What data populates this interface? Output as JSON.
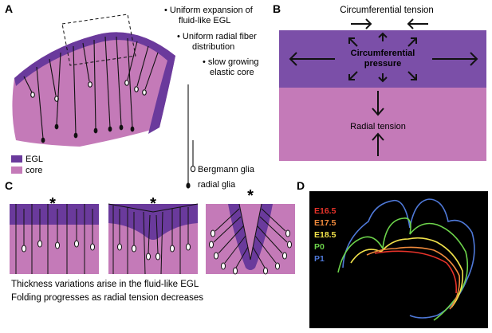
{
  "panels": {
    "a": {
      "letter": "A",
      "bullets": [
        [
          "• Uniform expansion of",
          "fluid-like EGL"
        ],
        [
          "• Uniform radial fiber",
          "distribution"
        ],
        [
          "• slow growing",
          "elastic core"
        ]
      ],
      "legend": {
        "egl": "EGL",
        "core": "core"
      },
      "glia_labels": {
        "bergmann": "Bergmann glia",
        "radial": "radial glia"
      }
    },
    "b": {
      "letter": "B",
      "circumferential_tension": "Circumferential tension",
      "pressure_line1": "Circumferential",
      "pressure_line2": "pressure",
      "radial_tension": "Radial tension"
    },
    "c": {
      "letter": "C",
      "star": "*",
      "caption_line1": "Thickness variations arise in the fluid-like EGL",
      "caption_line2": "Folding progresses as radial tension decreases"
    },
    "d": {
      "letter": "D",
      "stages": [
        {
          "label": "E16.5",
          "color": "#e8332a"
        },
        {
          "label": "E17.5",
          "color": "#f08a3c"
        },
        {
          "label": "E18.5",
          "color": "#f2e34b"
        },
        {
          "label": "P0",
          "color": "#6dd44b"
        },
        {
          "label": "P1",
          "color": "#4f79d9"
        }
      ]
    }
  },
  "colors": {
    "egl": "#7b3fa3",
    "egl_band": "#6a3a9c",
    "core": "#c47ab8",
    "fiber": "#111111",
    "panel_d_bg": "#000000"
  }
}
